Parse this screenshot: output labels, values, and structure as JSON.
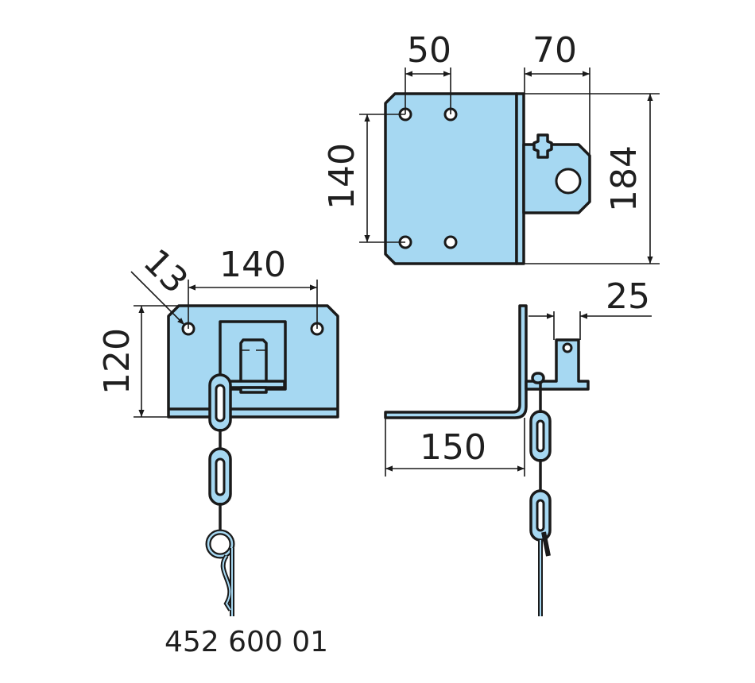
{
  "drawing": {
    "part_number": "452 600 01",
    "colors": {
      "part_fill": "#a6d8f2",
      "line": "#1a1a1a"
    },
    "top_view": {
      "dim_hole_spacing_horizontal": "50",
      "dim_bracket_width": "70",
      "dim_total_height": "184",
      "dim_hole_spacing_vertical": "140"
    },
    "front_view": {
      "dim_hole_spacing": "140",
      "dim_hole_diameter": "13",
      "dim_height": "120"
    },
    "side_view": {
      "dim_bracket_offset": "25",
      "dim_base_length": "150"
    }
  }
}
